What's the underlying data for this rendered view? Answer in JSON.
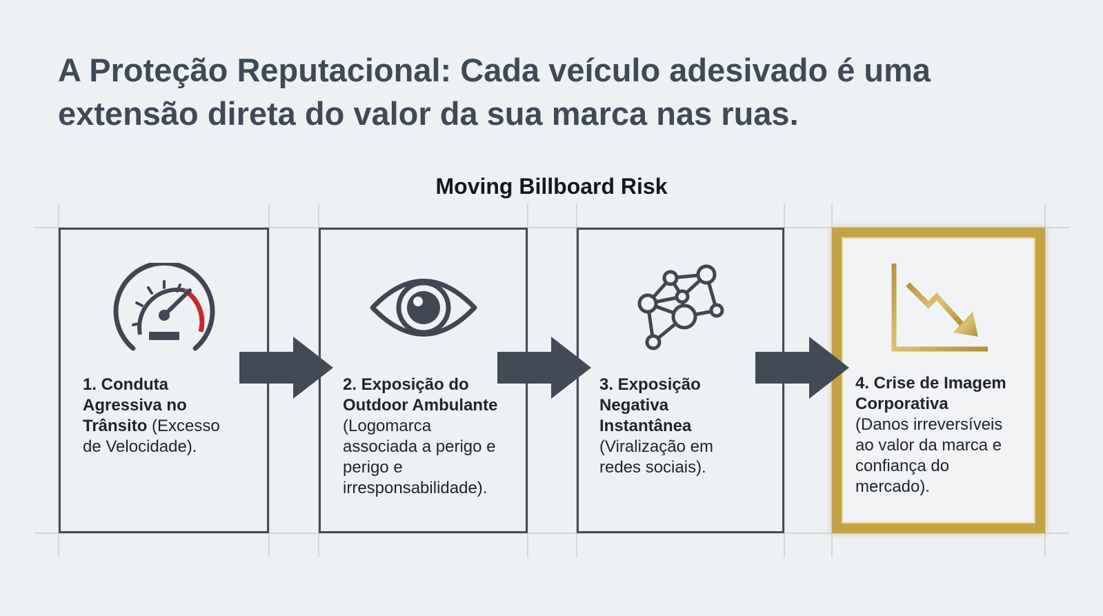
{
  "headline": {
    "line1": "A Proteção Reputacional: Cada veículo adesivado é uma",
    "line2": "extensão direta do valor da sua marca nas ruas."
  },
  "subtitle": "Moving Billboard Risk",
  "steps": [
    {
      "title_lines": [
        "1. Conduta",
        "Agressiva no",
        "Trânsito"
      ],
      "desc_lines": [
        " (Excesso",
        "de Velocidade)."
      ],
      "icon": "speedometer-icon"
    },
    {
      "title_lines": [
        "2. Exposição do",
        "Outdoor Ambulante"
      ],
      "desc_lines": [
        "(Logomarca",
        "associada a perigo e",
        "perigo e",
        "irresponsabilidade)."
      ],
      "icon": "eye-icon"
    },
    {
      "title_lines": [
        "3. Exposição",
        "Negativa",
        "Instantânea"
      ],
      "desc_lines": [
        "(Viralização em",
        "redes sociais)."
      ],
      "icon": "network-icon"
    },
    {
      "title_lines": [
        "4. Crise de Imagem",
        "Corporativa"
      ],
      "desc_lines": [
        "(Danos irreversíveis",
        "ao valor da marca e",
        "confiança do",
        "mercado)."
      ],
      "icon": "declining-chart-icon"
    }
  ],
  "colors": {
    "dark": "#414a55",
    "red": "#c8282c",
    "gold": "#c4a246",
    "background": "#eef1f4"
  }
}
